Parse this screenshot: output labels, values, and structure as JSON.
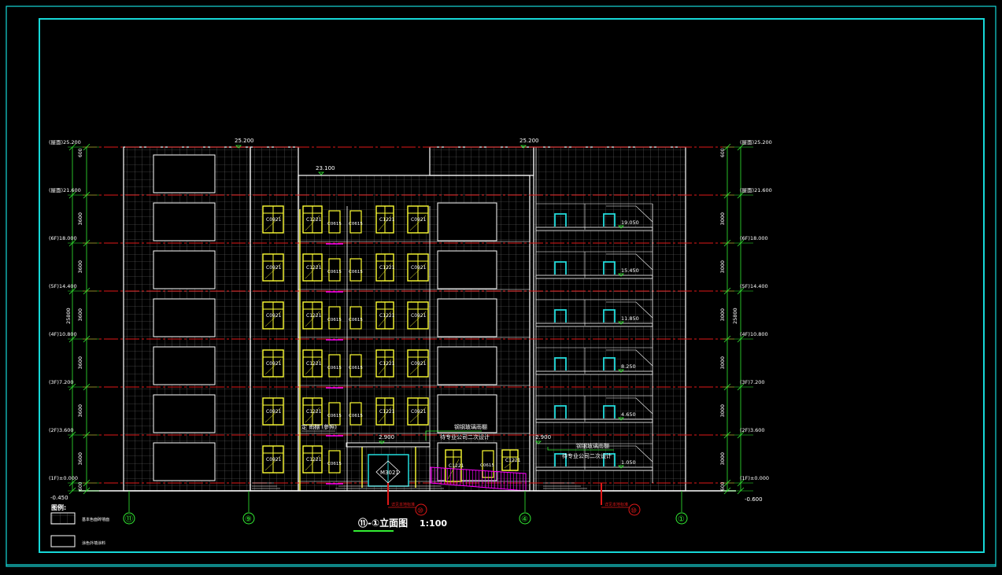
{
  "drawing": {
    "title": "⑪-①立面图",
    "scale": "1:100"
  },
  "legend": {
    "heading": "图例:",
    "items": [
      {
        "label": "基本色面砖墙面",
        "hatched": true
      },
      {
        "label": "涂色外墙涂料",
        "hatched": false
      }
    ]
  },
  "levels_left": [
    {
      "tag": "(屋面)",
      "value": "25.200"
    },
    {
      "tag": "(屋面)",
      "value": "21.600"
    },
    {
      "tag": "(6F)",
      "value": "18.000"
    },
    {
      "tag": "(5F)",
      "value": "14.400"
    },
    {
      "tag": "(4F)",
      "value": "10.800"
    },
    {
      "tag": "(3F)",
      "value": "7.200"
    },
    {
      "tag": "(2F)",
      "value": "3.600"
    },
    {
      "tag": "(1F)",
      "value": "±0.000"
    }
  ],
  "levels_right": [
    {
      "tag": "(屋面)",
      "value": "25.200"
    },
    {
      "tag": "(屋面)",
      "value": "21.600"
    },
    {
      "tag": "(6F)",
      "value": "18.000"
    },
    {
      "tag": "(5F)",
      "value": "14.400"
    },
    {
      "tag": "(4F)",
      "value": "10.800"
    },
    {
      "tag": "(3F)",
      "value": "7.200"
    },
    {
      "tag": "(2F)",
      "value": "3.600"
    },
    {
      "tag": "(1F)",
      "value": "±0.000"
    }
  ],
  "ground_left": "-0.450",
  "ground_right": "-0.600",
  "dims": {
    "top": "600",
    "floor": "3600",
    "floor_r": "3000",
    "bottom": "600",
    "total": "25800"
  },
  "axes": [
    "⑪",
    "⑨",
    "④",
    "①"
  ],
  "elev_marks": {
    "roof_left": "25.200",
    "roof_right": "25.200",
    "mid_roof": "23.100",
    "canopy_left": "2.900",
    "canopy_right": "2.900"
  },
  "stair_levels": [
    "19.050",
    "15.450",
    "11.850",
    "8.250",
    "4.650",
    "1.050"
  ],
  "windows": {
    "c0921": "C0921",
    "c1221": "C1221",
    "c0615": "C0615",
    "door": "M3021"
  },
  "notes": {
    "canopy_left": "定 雨棚 (參照)",
    "steel_canopy": "钢钢玻璃雨棚",
    "second_design": "待专业公司二次设计",
    "ramp_ref_left": "详见本地标准",
    "ramp_ref_right": "详见本地标准",
    "detail_num": "⑩"
  },
  "colors": {
    "frame": "#16d8d8",
    "wall": "#ffffff",
    "grid": "#6e6e6e",
    "window": "#ffff33",
    "dim": "#33ee33",
    "axisline": "#e01818",
    "railing": "#ff00ff",
    "stair": "#22dddd"
  }
}
